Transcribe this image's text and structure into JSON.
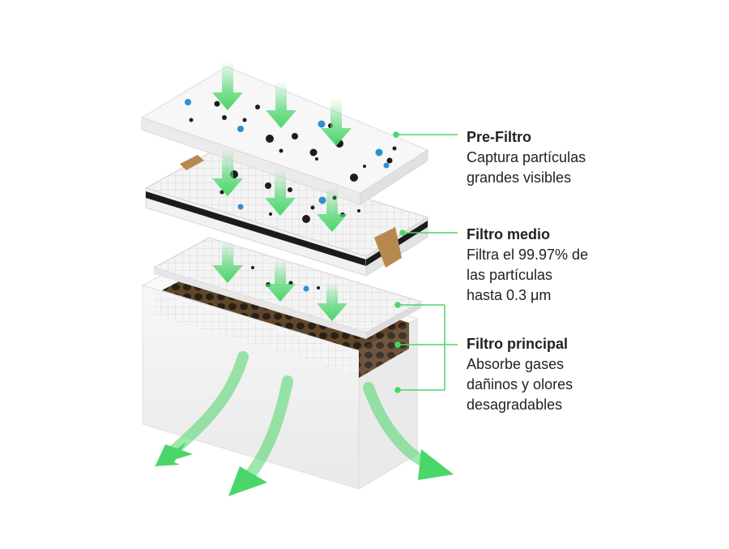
{
  "layers": [
    {
      "title": "Pre-Filtro",
      "lines": [
        "Captura partículas",
        "grandes visibles"
      ]
    },
    {
      "title": "Filtro medio",
      "lines": [
        "Filtra el 99.97% de",
        "las partículas",
        "hasta 0.3 μm"
      ]
    },
    {
      "title": "Filtro principal",
      "lines": [
        "Absorbe gases",
        "dañinos y olores",
        "desagradables"
      ]
    }
  ],
  "colors": {
    "arrow": "#4bd66a",
    "leader": "#4bd66a",
    "honeycomb": "#6b4a2a",
    "tape": "#b8894f"
  }
}
